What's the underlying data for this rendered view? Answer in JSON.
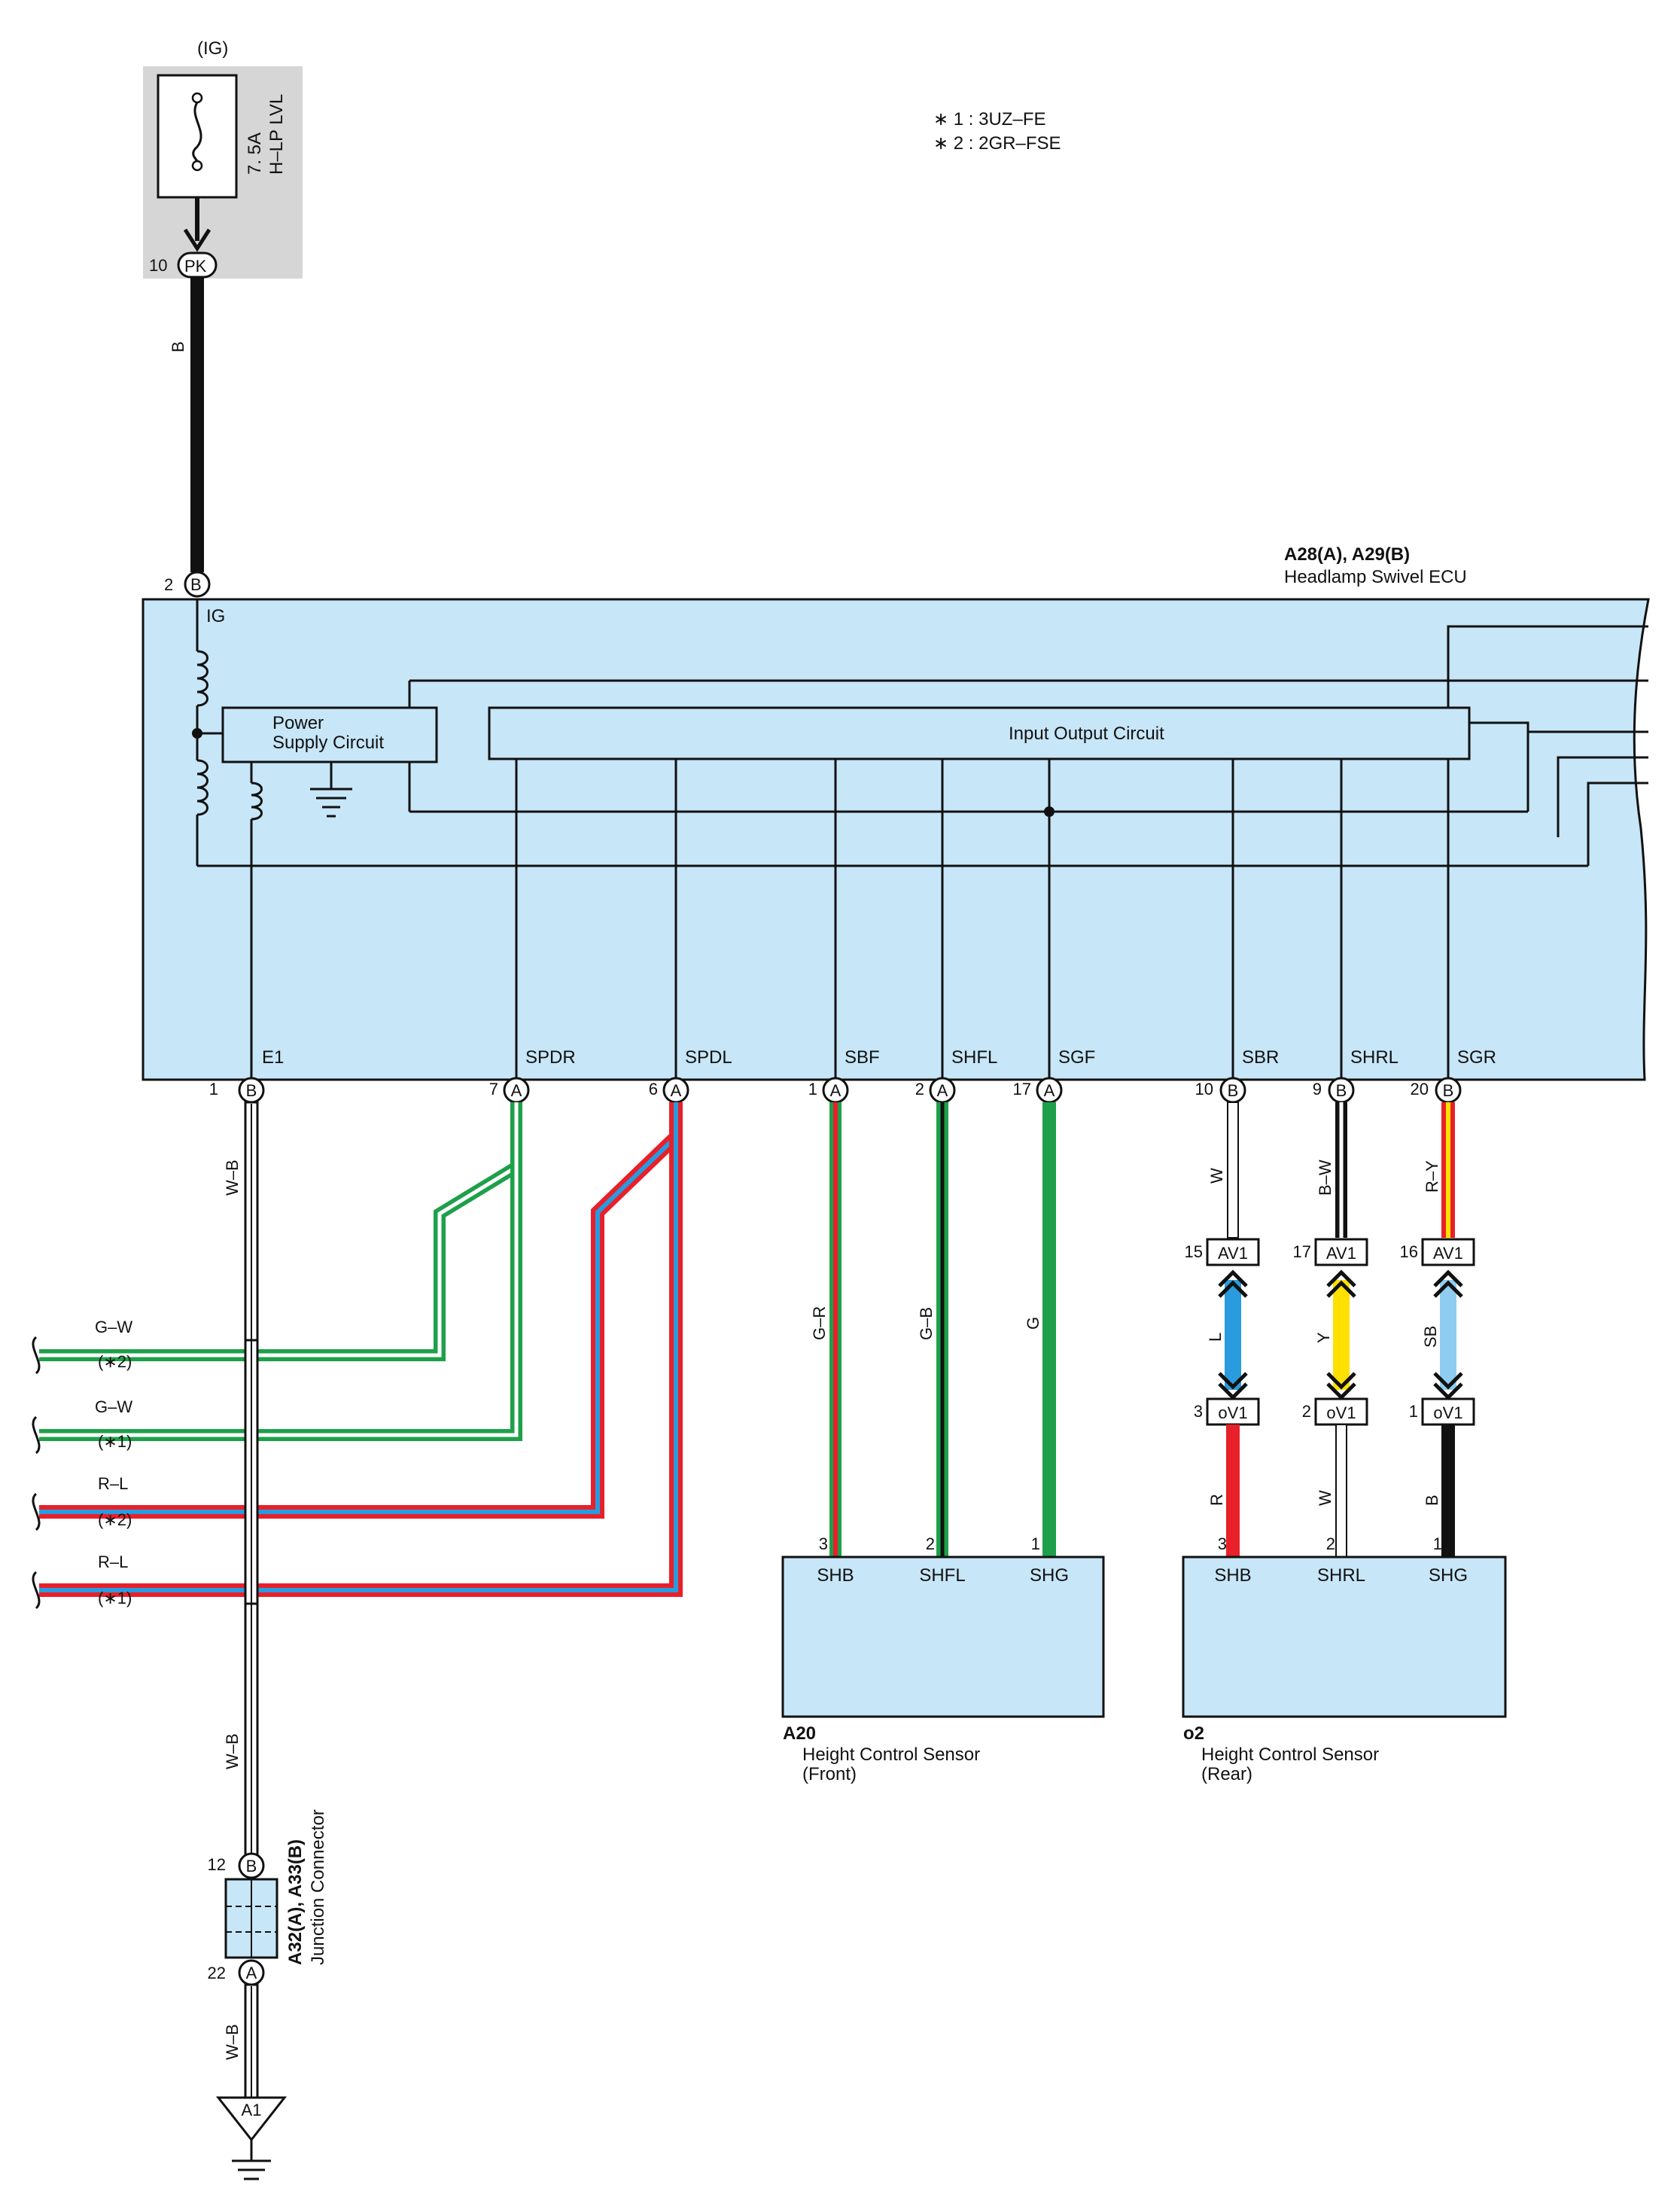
{
  "notes": {
    "n1": "∗ 1 : 3UZ–FE",
    "n2": "∗ 2 : 2GR–FSE"
  },
  "fuse": {
    "source": "(IG)",
    "rating": "7. 5A",
    "name": "H–LP LVL",
    "pin": "10",
    "connector": "PK",
    "wire": "B"
  },
  "ecu": {
    "code": "A28(A), A29(B)",
    "name": "Headlamp Swivel ECU",
    "ig_label": "IG",
    "ig_pin": "2",
    "ig_conn": "B",
    "psc_line1": "Power",
    "psc_line2": "Supply Circuit",
    "ioc": "Input Output Circuit",
    "terminals": [
      {
        "name": "E1",
        "pin": "1",
        "conn": "B"
      },
      {
        "name": "SPDR",
        "pin": "7",
        "conn": "A"
      },
      {
        "name": "SPDL",
        "pin": "6",
        "conn": "A"
      },
      {
        "name": "SBF",
        "pin": "1",
        "conn": "A"
      },
      {
        "name": "SHFL",
        "pin": "2",
        "conn": "A"
      },
      {
        "name": "SGF",
        "pin": "17",
        "conn": "A"
      },
      {
        "name": "SBR",
        "pin": "10",
        "conn": "B"
      },
      {
        "name": "SHRL",
        "pin": "9",
        "conn": "B"
      },
      {
        "name": "SGR",
        "pin": "20",
        "conn": "B"
      }
    ]
  },
  "ground_wire": {
    "label1": "W–B",
    "label2": "W–B",
    "label3": "W–B",
    "jc_code": "A32(A), A33(B)",
    "jc_name": "Junction Connector",
    "jc_pin_top": "12",
    "jc_conn_top": "B",
    "jc_pin_bot": "22",
    "jc_conn_bot": "A",
    "ground_point": "A1"
  },
  "side_wires": [
    {
      "label": "G–W",
      "note": "(∗2)"
    },
    {
      "label": "G–W",
      "note": "(∗1)"
    },
    {
      "label": "R–L",
      "note": "(∗2)"
    },
    {
      "label": "R–L",
      "note": "(∗1)"
    }
  ],
  "front_sensor": {
    "code": "A20",
    "line1": "Height Control Sensor",
    "line2": "(Front)",
    "wires": [
      "G–R",
      "G–B",
      "G"
    ],
    "pins": [
      "3",
      "2",
      "1"
    ],
    "terms": [
      "SHB",
      "SHFL",
      "SHG"
    ]
  },
  "rear": {
    "top_wires": [
      "W",
      "B–W",
      "R–Y"
    ],
    "av_pins": [
      "15",
      "17",
      "16"
    ],
    "av_conn": "AV1",
    "mid_wires": [
      "L",
      "Y",
      "SB"
    ],
    "ov_pins": [
      "3",
      "2",
      "1"
    ],
    "ov_conn": "oV1",
    "bot_wires": [
      "R",
      "W",
      "B"
    ],
    "sensor": {
      "code": "o2",
      "line1": "Height Control Sensor",
      "line2": "(Rear)",
      "pins": [
        "3",
        "2",
        "1"
      ],
      "terms": [
        "SHB",
        "SHRL",
        "SHG"
      ]
    }
  },
  "colors": {
    "ecu_fill": "#c7e6f8",
    "fuse_box": "#d6d6d6",
    "green": "#1ea04a",
    "red": "#e8202a",
    "blue": "#2a9bde",
    "yellow": "#ffe000",
    "skyblue": "#8fcdf0"
  }
}
